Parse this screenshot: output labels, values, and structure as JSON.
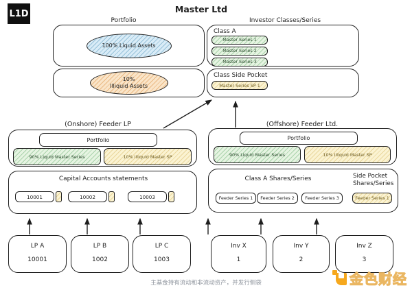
{
  "logo": {
    "text": "L1D"
  },
  "title": "Master Ltd",
  "master": {
    "portfolio_label": "Portfolio",
    "investor_label": "Investor Classes/Series",
    "liquid_ellipse": "100% Liquid Assets",
    "illiquid_ellipse_line1": "10%",
    "illiquid_ellipse_line2": "Illiquid Assets",
    "class_a": {
      "label": "Class A",
      "series": [
        "Master Series 1",
        "Master Series 2",
        "Master Series 3"
      ]
    },
    "side_pocket": {
      "label": "Class Side Pocket",
      "series": [
        "Master Series SP 1"
      ]
    }
  },
  "onshore": {
    "title": "(Onshore) Feeder LP",
    "portfolio": "Portfolio",
    "liquid": "90% Liquid Master Series",
    "illiquid": "10% Illiquid Master SP"
  },
  "offshore": {
    "title": "(Offshore) Feeder Ltd.",
    "portfolio": "Portfolio",
    "liquid": "90% Liquid Master Series",
    "illiquid": "10% Illiquid Master SP"
  },
  "capital_accounts": {
    "title": "Capital Accounts statements",
    "accounts": [
      "10001",
      "10002",
      "10003"
    ]
  },
  "shares": {
    "class_a_title": "Class A Shares/Series",
    "side_pocket_title_line1": "Side Pocket",
    "side_pocket_title_line2": "Shares/Series",
    "series": [
      "Feeder Series 1",
      "Feeder Series 2",
      "Feeder Series 3"
    ],
    "side_pocket_series": "Feeder Series 1"
  },
  "investors": [
    {
      "name": "LP A",
      "number": "10001"
    },
    {
      "name": "LP B",
      "number": "1002"
    },
    {
      "name": "LP C",
      "number": "1003"
    },
    {
      "name": "Inv X",
      "number": "1"
    },
    {
      "name": "Inv Y",
      "number": "2"
    },
    {
      "name": "Inv Z",
      "number": "3"
    }
  ],
  "caption": "主基金持有流动和非流动资产，并发行侧袋",
  "watermark": "金色财经",
  "colors": {
    "liquid_blue": "#d9ecf7",
    "series_green": "#e6f4e2",
    "illiquid_orange": "#fae5c9",
    "side_pocket_yellow": "#fbf3d2",
    "stroke": "#1e1e1e",
    "watermark_gold": "#f6a81d",
    "caption_gray": "#8e949d"
  }
}
